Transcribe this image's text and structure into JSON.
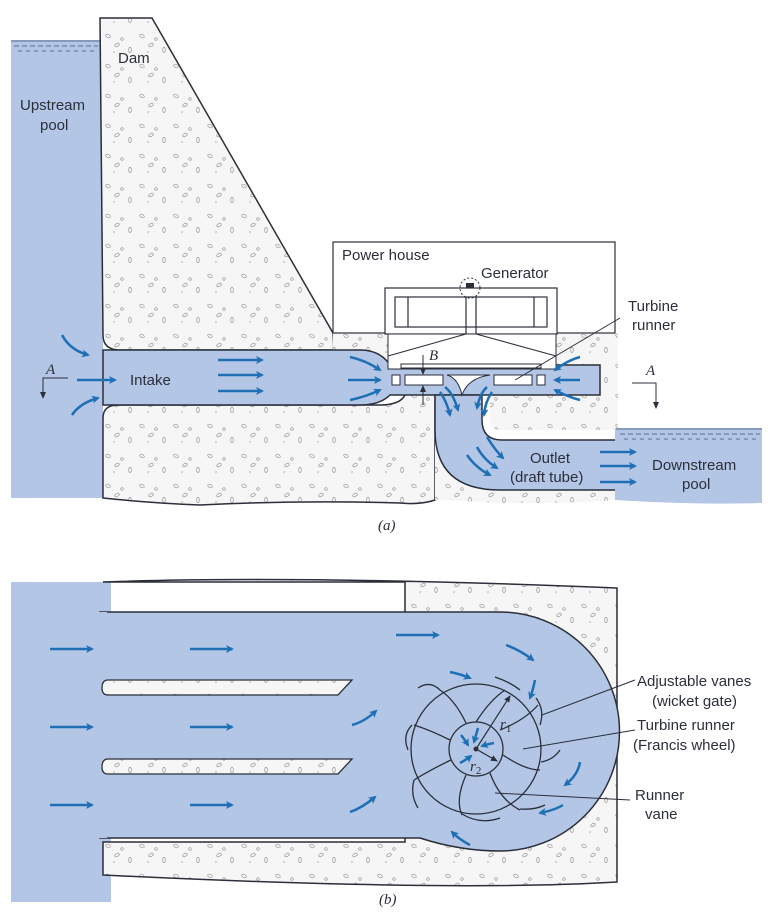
{
  "figure_a": {
    "caption": "(a)",
    "labels": {
      "dam": "Dam",
      "upstream_1": "Upstream",
      "upstream_2": "pool",
      "power_house": "Power house",
      "generator": "Generator",
      "turbine_1": "Turbine",
      "turbine_2": "runner",
      "intake": "Intake",
      "b_dim": "B",
      "section_left": "A",
      "section_right": "A",
      "outlet_1": "Outlet",
      "outlet_2": "(draft tube)",
      "downstream_1": "Downstream",
      "downstream_2": "pool"
    }
  },
  "figure_b": {
    "caption": "(b)",
    "labels": {
      "vanes_1": "Adjustable vanes",
      "vanes_2": "(wicket gate)",
      "runner_1": "Turbine runner",
      "runner_2": "(Francis wheel)",
      "rvane_1": "Runner",
      "rvane_2": "vane",
      "r1": "r",
      "r1_sub": "1",
      "r2": "r",
      "r2_sub": "2"
    }
  },
  "colors": {
    "water": "#b3c6e6",
    "arrow": "#1f6fb5",
    "concrete": "#f6f6f6",
    "line": "#2b2f3a"
  }
}
